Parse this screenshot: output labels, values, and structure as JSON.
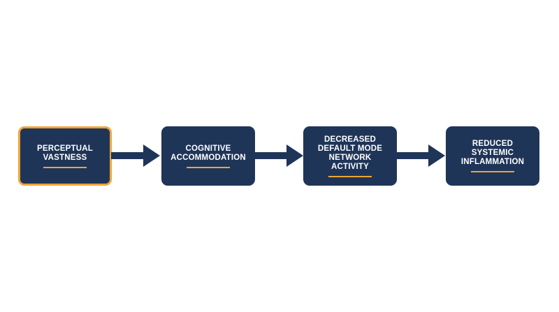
{
  "flow": {
    "steps": [
      {
        "label": "PERCEPTUAL\nVASTNESS",
        "highlighted": true
      },
      {
        "label": "COGNITIVE\nACCOMMODATION",
        "highlighted": false
      },
      {
        "label": "DECREASED\nDEFAULT MODE\nNETWORK\nACTIVITY",
        "highlighted": false
      },
      {
        "label": "REDUCED\nSYSTEMIC\nINFLAMMATION",
        "highlighted": false
      }
    ]
  },
  "colors": {
    "box_fill": "#1f3558",
    "accent": "#f0a43a",
    "text": "#ffffff",
    "background": "#ffffff"
  }
}
